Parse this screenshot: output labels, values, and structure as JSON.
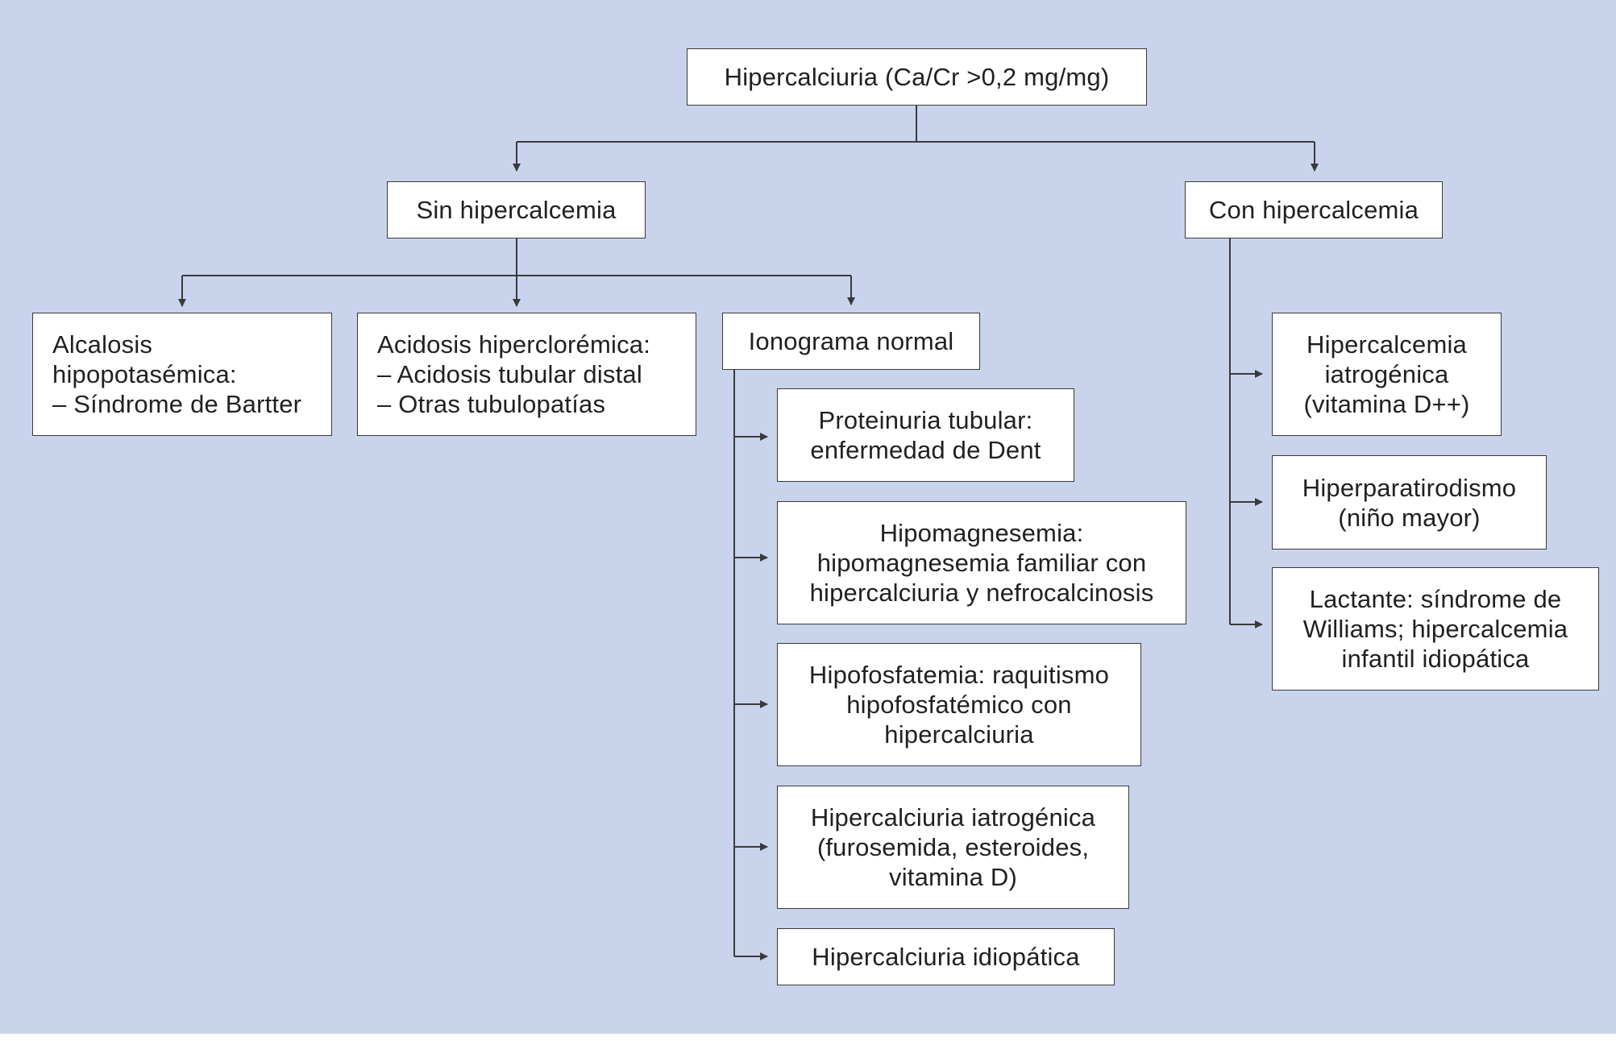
{
  "colors": {
    "background": "#c9d3ec",
    "box_fill": "#ffffff",
    "line": "#3a3a3a",
    "text": "#231f20"
  },
  "root": {
    "line1": "Hipercalciuria (Ca/Cr >0,2 mg/mg)"
  },
  "sin_hipercalcemia": {
    "line1": "Sin hipercalcemia"
  },
  "con_hipercalcemia": {
    "line1": "Con hipercalcemia"
  },
  "alcalosis": {
    "line1": "Alcalosis",
    "line2": "hipopotasémica:",
    "line3": "– Síndrome de Bartter"
  },
  "acidosis": {
    "line1": "Acidosis hiperclorémica:",
    "line2": "– Acidosis tubular distal",
    "line3": "– Otras tubulopatías"
  },
  "ionograma": {
    "line1": "Ionograma normal"
  },
  "proteinuria": {
    "line1": "Proteinuria tubular:",
    "line2": "enfermedad de Dent"
  },
  "hipomagnesemia": {
    "line1": "Hipomagnesemia:",
    "line2": "hipomagnesemia familiar con",
    "line3": "hipercalciuria y nefrocalcinosis"
  },
  "hipofosfatemia": {
    "line1": "Hipofosfatemia: raquitismo",
    "line2": "hipofosfatémico con",
    "line3": "hipercalciuria"
  },
  "iatrogenica": {
    "line1": "Hipercalciuria iatrogénica",
    "line2": "(furosemida, esteroides,",
    "line3": "vitamina D)"
  },
  "idiopatica": {
    "line1": "Hipercalciuria idiopática"
  },
  "hipercalcemia_iatrogenica": {
    "line1": "Hipercalcemia",
    "line2": "iatrogénica",
    "line3": "(vitamina D++)"
  },
  "hiperparatiroidismo": {
    "line1": "Hiperparatirodismo",
    "line2": "(niño mayor)"
  },
  "lactante": {
    "line1": "Lactante: síndrome de",
    "line2": "Williams; hipercalcemia",
    "line3": "infantil idiopática"
  }
}
